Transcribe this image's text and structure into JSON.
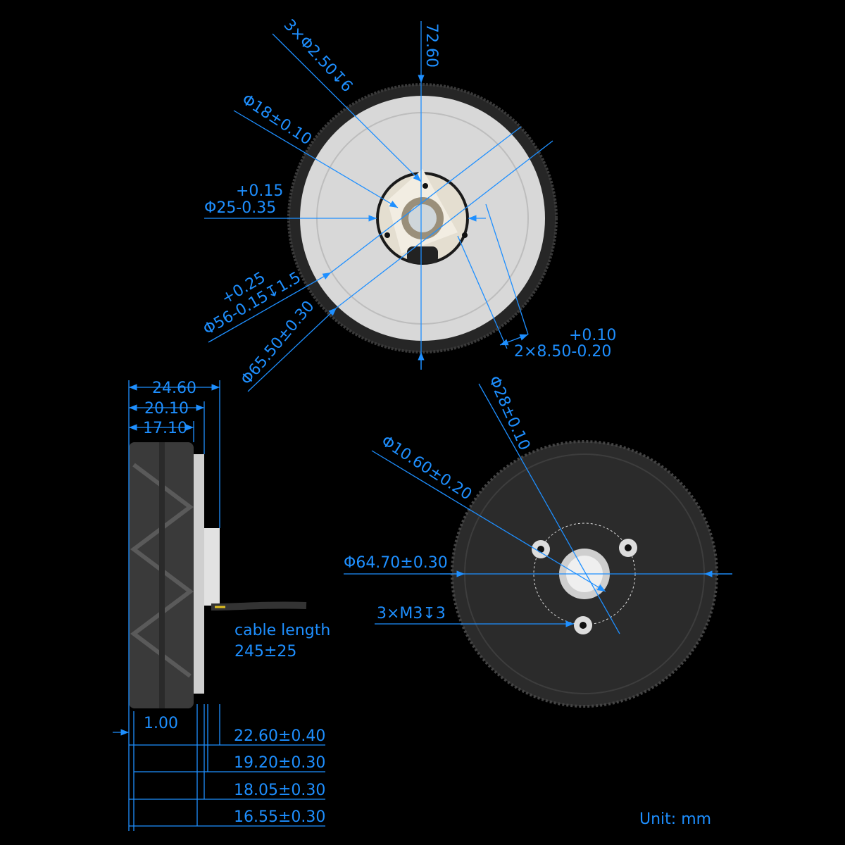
{
  "colors": {
    "dimension": "#1e8fff",
    "background": "#000000",
    "tire": "#2a2a2a",
    "disc": "#d6d6d6"
  },
  "front_view": {
    "height": "72.60",
    "holes": "3×Φ2.50↧6",
    "bore": "Φ18±0.10",
    "hub_tol_upper": "+0.15",
    "hub": "Φ25-0.35",
    "recess_tol_upper": "+0.25",
    "recess": "Φ56-0.15↧1.5",
    "disc": "Φ65.50±0.30",
    "slot_tol_upper": "+0.10",
    "slot": "2×8.50-0.20"
  },
  "back_view": {
    "pcd": "Φ28±0.10",
    "center": "Φ10.60±0.20",
    "outer": "Φ64.70±0.30",
    "threads": "3×M3↧3"
  },
  "side_view": {
    "w1": "24.60",
    "w2": "20.10",
    "w3": "17.10",
    "offset": "1.00",
    "d1": "22.60±0.40",
    "d2": "19.20±0.30",
    "d3": "18.05±0.30",
    "d4": "16.55±0.30",
    "cable_label": "cable length",
    "cable_value": "245±25"
  },
  "unit": "Unit: mm"
}
